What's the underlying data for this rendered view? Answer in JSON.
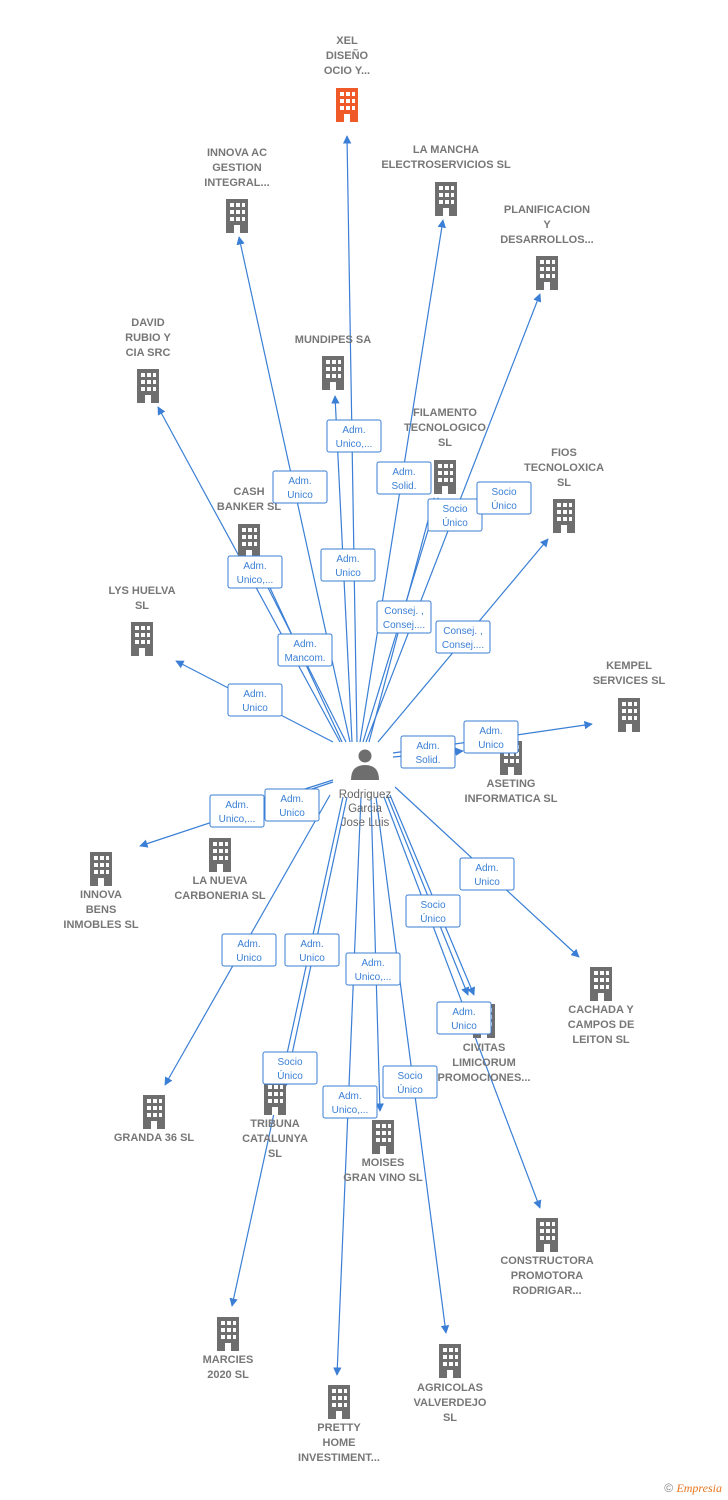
{
  "colors": {
    "accent": "#3a7fd5",
    "building": "#6e6e6e",
    "building_highlight": "#f05a28"
  },
  "person": {
    "name_lines": [
      "Rodriguez",
      "Garcia",
      "Jose Luis"
    ],
    "icon": "person-icon"
  },
  "companies": [
    {
      "id": "xel",
      "lines": [
        "XEL",
        "DISEÑO",
        "OCIO Y..."
      ],
      "highlight": true
    },
    {
      "id": "innova_ac",
      "lines": [
        "INNOVA AC",
        "GESTION",
        "INTEGRAL..."
      ]
    },
    {
      "id": "la_mancha",
      "lines": [
        "LA MANCHA",
        "ELECTROSERVICIOS SL"
      ]
    },
    {
      "id": "planificacion",
      "lines": [
        "PLANIFICACION",
        "Y",
        "DESARROLLOS..."
      ]
    },
    {
      "id": "david_rubio",
      "lines": [
        "DAVID",
        "RUBIO Y",
        "CIA SRC"
      ]
    },
    {
      "id": "mundipes",
      "lines": [
        "MUNDIPES SA"
      ]
    },
    {
      "id": "filamento",
      "lines": [
        "FILAMENTO",
        "TECNOLOGICO",
        "SL"
      ]
    },
    {
      "id": "fios",
      "lines": [
        "FIOS",
        "TECNOLOXICA",
        "SL"
      ]
    },
    {
      "id": "cash_banker",
      "lines": [
        "CASH",
        "BANKER  SL"
      ]
    },
    {
      "id": "lys_huelva",
      "lines": [
        "LYS HUELVA",
        "SL"
      ]
    },
    {
      "id": "kempel",
      "lines": [
        "KEMPEL",
        "SERVICES SL"
      ]
    },
    {
      "id": "aseting",
      "lines": [
        "ASETING",
        "INFORMATICA SL"
      ]
    },
    {
      "id": "innova_bens",
      "lines": [
        "INNOVA",
        "BENS",
        "INMOBLES  SL"
      ]
    },
    {
      "id": "la_nueva",
      "lines": [
        "LA NUEVA",
        "CARBONERIA SL"
      ]
    },
    {
      "id": "cachada",
      "lines": [
        "CACHADA Y",
        "CAMPOS DE",
        "LEITON  SL"
      ]
    },
    {
      "id": "civitas",
      "lines": [
        "CIVITAS",
        "LIMICORUM",
        "PROMOCIONES..."
      ]
    },
    {
      "id": "granda",
      "lines": [
        "GRANDA 36  SL"
      ]
    },
    {
      "id": "tribuna",
      "lines": [
        "TRIBUNA",
        "CATALUNYA",
        "SL"
      ]
    },
    {
      "id": "moises",
      "lines": [
        "MOISES",
        "GRAN VINO  SL"
      ]
    },
    {
      "id": "constructora",
      "lines": [
        "CONSTRUCTORA",
        "PROMOTORA",
        "RODRIGAR..."
      ]
    },
    {
      "id": "marcies",
      "lines": [
        "MARCIES",
        "2020  SL"
      ]
    },
    {
      "id": "agricolas",
      "lines": [
        "AGRICOLAS",
        "VALVERDEJO",
        "SL"
      ]
    },
    {
      "id": "pretty",
      "lines": [
        "PRETTY",
        "HOME",
        "INVESTIMENT..."
      ]
    }
  ],
  "roles": [
    {
      "lines": [
        "Adm.",
        "Unico,..."
      ]
    },
    {
      "lines": [
        "Adm.",
        "Unico"
      ]
    },
    {
      "lines": [
        "Adm.",
        "Solid."
      ]
    },
    {
      "lines": [
        "Socio",
        "Único"
      ]
    },
    {
      "lines": [
        "Socio",
        "Único"
      ]
    },
    {
      "lines": [
        "Adm.",
        "Unico"
      ]
    },
    {
      "lines": [
        "Adm.",
        "Unico,..."
      ]
    },
    {
      "lines": [
        "Consej. ,",
        "Consej...."
      ]
    },
    {
      "lines": [
        "Consej. ,",
        "Consej...."
      ]
    },
    {
      "lines": [
        "Adm.",
        "Mancom."
      ]
    },
    {
      "lines": [
        "Adm.",
        "Unico"
      ]
    },
    {
      "lines": [
        "Adm.",
        "Unico"
      ]
    },
    {
      "lines": [
        "Adm.",
        "Solid."
      ]
    },
    {
      "lines": [
        "Adm.",
        "Unico,..."
      ]
    },
    {
      "lines": [
        "Adm.",
        "Unico"
      ]
    },
    {
      "lines": [
        "Adm.",
        "Unico"
      ]
    },
    {
      "lines": [
        "Socio",
        "Único"
      ]
    },
    {
      "lines": [
        "Adm.",
        "Unico"
      ]
    },
    {
      "lines": [
        "Adm.",
        "Unico"
      ]
    },
    {
      "lines": [
        "Adm.",
        "Unico,..."
      ]
    },
    {
      "lines": [
        "Adm.",
        "Unico"
      ]
    },
    {
      "lines": [
        "Socio",
        "Único"
      ]
    },
    {
      "lines": [
        "Adm.",
        "Unico,..."
      ]
    },
    {
      "lines": [
        "Socio",
        "Único"
      ]
    }
  ],
  "footer": {
    "copyright": "©",
    "brand": "Empresia"
  }
}
